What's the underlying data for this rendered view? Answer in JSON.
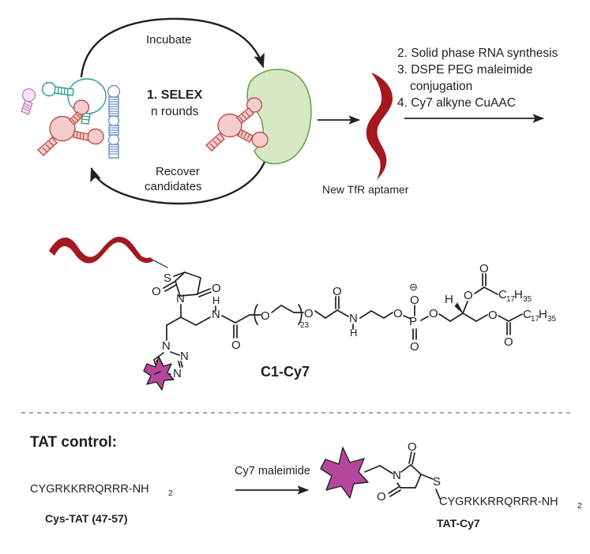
{
  "figure": {
    "title": "SELEX aptamer selection and Cy7 lipid conjugate synthesis scheme"
  },
  "selex_cycle": {
    "center_label_bold": "1. SELEX",
    "center_label_sub": "n rounds",
    "top_arc_label": "Incubate",
    "bottom_arc_label_line1": "Recover",
    "bottom_arc_label_line2": "candidates",
    "target_name": "transferrin-receptor-protein",
    "library_names": [
      "aptamer-hairpin-pink",
      "aptamer-stemloop-teal",
      "aptamer-three-way-junction-red",
      "aptamer-duplex-blue"
    ]
  },
  "aptamer_product": {
    "caption": "New TfR aptamer"
  },
  "synthesis_steps": {
    "items": [
      "2. Solid phase RNA synthesis",
      "3. DSPE PEG maleimide",
      "conjugation",
      "4. Cy7 alkyne CuAAC"
    ]
  },
  "conjugate": {
    "name": "C1-Cy7",
    "atoms": {
      "sulfur": "S",
      "nitrogen": "N",
      "oxygen": "O",
      "hydrogen": "H",
      "phosphorus": "P",
      "nh_n": "N",
      "nh_h": "H",
      "peg_repeat": "23",
      "stearoyl": "C",
      "stearoyl_sub1": "17",
      "stearoyl_sub2": "35",
      "negative_charge": "⊖"
    },
    "dye_label": "cy7-star"
  },
  "tat_control": {
    "heading": "TAT control:",
    "reagent": "Cy7 maleimide",
    "reactant_sequence": "CYGRKKRRQRRR-NH",
    "reactant_sequence_sub": "2",
    "reactant_name": "Cys-TAT (47-57)",
    "product_sequence": "CYGRKKRRQRRR-NH",
    "product_sequence_sub": "2",
    "product_name": "TAT-Cy7",
    "atoms": {
      "nitrogen": "N",
      "oxygen": "O",
      "sulfur": "S"
    }
  },
  "colors": {
    "ribbon_red": "#a4181f",
    "dye_magenta": "#b5479b",
    "protein_green_fill": "#d6e8c4",
    "protein_green_stroke": "#6aa14e",
    "aptamer_red": "#c0504d",
    "aptamer_teal": "#2e9e8f",
    "aptamer_pink": "#c07bbf",
    "aptamer_blue": "#6e8fc4",
    "ink": "#231f20",
    "divider_gray": "#9a9a9a"
  }
}
